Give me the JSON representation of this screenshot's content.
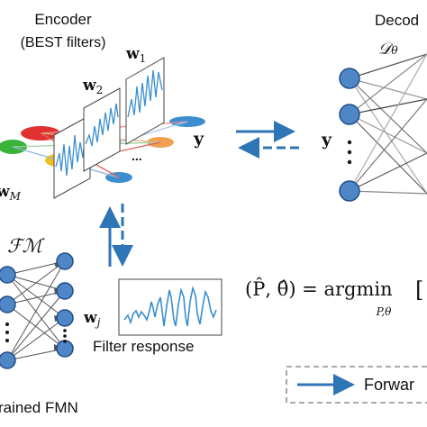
{
  "encoder": {
    "title": "Encoder",
    "subtitle": "(BEST filters)",
    "filters": [
      {
        "symbol": "w",
        "subscript": "1"
      },
      {
        "symbol": "w",
        "subscript": "2"
      },
      {
        "symbol": "w",
        "subscript": "M"
      }
    ],
    "output": "y",
    "dots": "..."
  },
  "decoder": {
    "title": "Decod",
    "symbol": "𝒟",
    "subscript": "θ",
    "input": "y"
  },
  "fm": {
    "symbol": "ℱℳ",
    "caption": "rained FMN"
  },
  "filter_response": {
    "symbol": "w",
    "subscript": "j",
    "caption": "Filter response"
  },
  "equation": {
    "lhs": "(P̂, θ̂) = argmin",
    "sub": "P,θ",
    "bracket": "["
  },
  "legend": {
    "label": "Forwar"
  },
  "colors": {
    "node_fill": "#4f86c6",
    "node_stroke": "#1f4e8a",
    "arrow": "#2e75b6",
    "signal": "#3b8fd0",
    "edge_gray": "#555555",
    "legend_border": "#777777",
    "ellipse_colors": [
      "#e03030",
      "#3ab33a",
      "#f0c020",
      "#f0a050",
      "#3b8fd0"
    ]
  }
}
